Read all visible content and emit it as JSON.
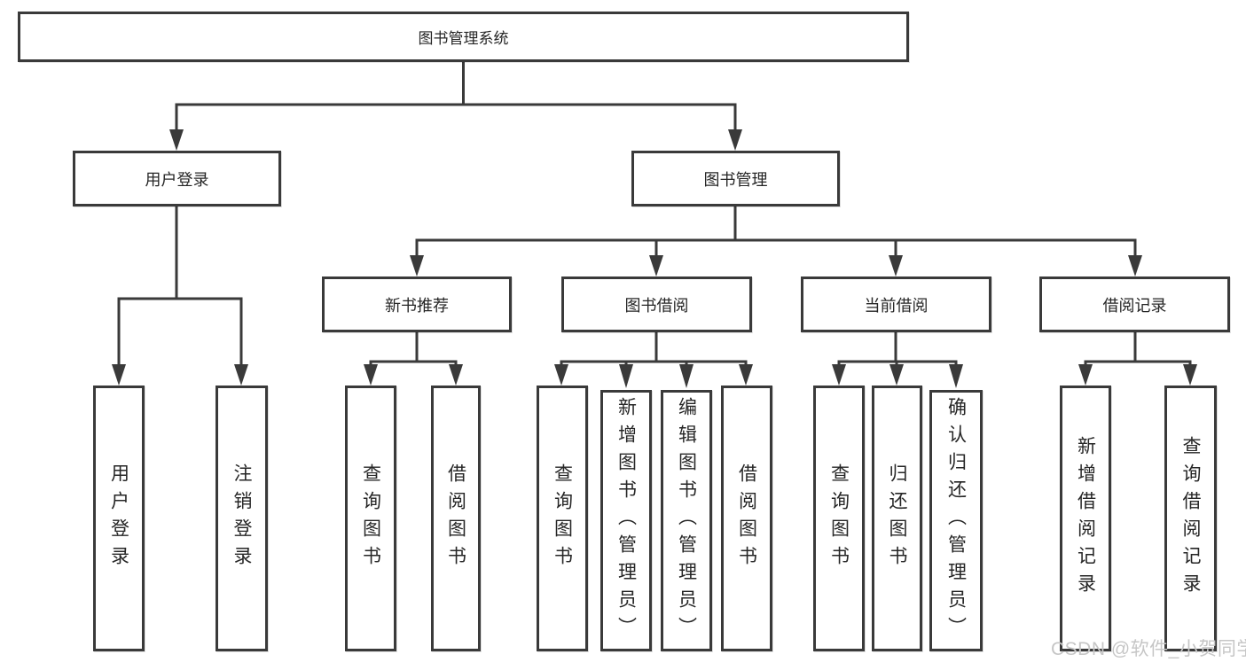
{
  "diagram": {
    "title": "图书管理系统",
    "root": {
      "label": "图书管理系统"
    },
    "branches": [
      {
        "label": "用户登录",
        "leaves": [
          {
            "label": "用户登录"
          },
          {
            "label": "注销登录"
          }
        ]
      },
      {
        "label": "图书管理",
        "groups": [
          {
            "label": "新书推荐",
            "leaves": [
              {
                "label": "查询图书"
              },
              {
                "label": "借阅图书"
              }
            ]
          },
          {
            "label": "图书借阅",
            "leaves": [
              {
                "label": "查询图书"
              },
              {
                "label": "新增图书（管理员）"
              },
              {
                "label": "编辑图书（管理员）"
              },
              {
                "label": "借阅图书"
              }
            ]
          },
          {
            "label": "当前借阅",
            "leaves": [
              {
                "label": "查询图书"
              },
              {
                "label": "归还图书"
              },
              {
                "label": "确认归还（管理员）"
              }
            ]
          },
          {
            "label": "借阅记录",
            "leaves": [
              {
                "label": "新增借阅记录"
              },
              {
                "label": "查询借阅记录"
              }
            ]
          }
        ]
      }
    ]
  },
  "watermark": {
    "text": "CSDN @软件_小贺同学"
  },
  "colors": {
    "line": "#3a3a3a",
    "text": "#262626",
    "watermark": "#c6c6c6",
    "background": "#ffffff"
  }
}
